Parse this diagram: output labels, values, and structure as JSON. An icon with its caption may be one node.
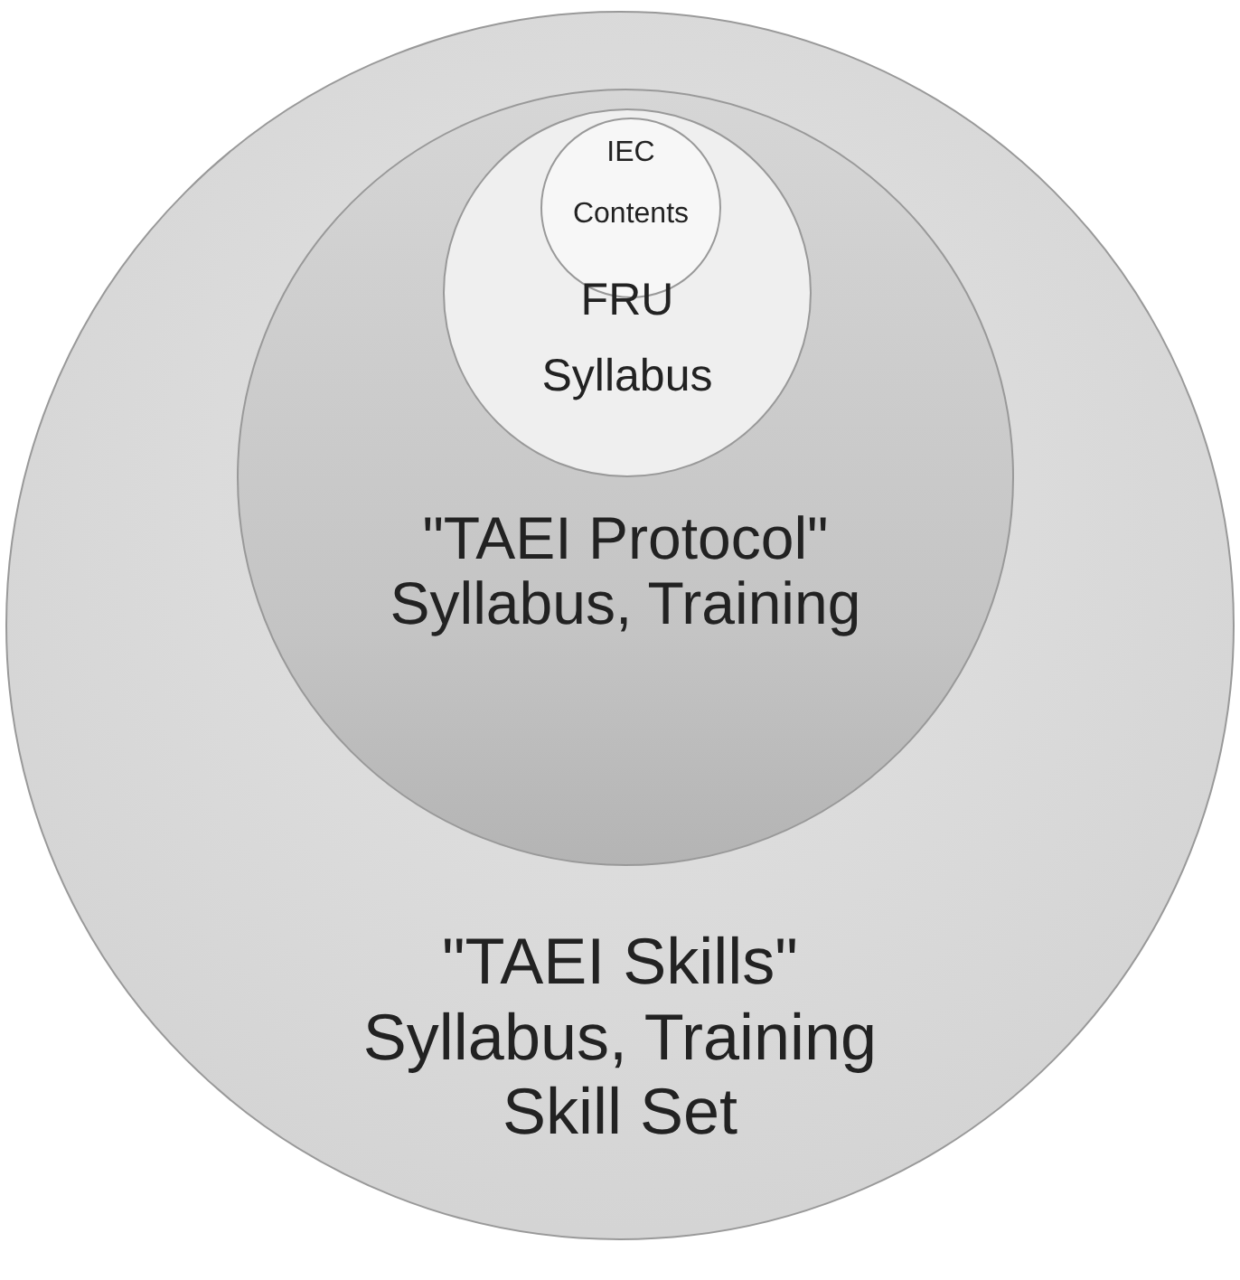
{
  "diagram": {
    "nodes": [
      {
        "text": [
          "\"TAEI Skills\"",
          "Syllabus, Training",
          "Skill Set"
        ]
      },
      {
        "text": [
          "\"TAEI Protocol\"",
          "Syllabus, Training"
        ],
        "in": 0
      },
      {
        "text": [
          "FRU",
          "Syllabus"
        ],
        "in": 1
      },
      {
        "text": [
          "IEC",
          "Contents"
        ],
        "in": 2
      }
    ]
  }
}
